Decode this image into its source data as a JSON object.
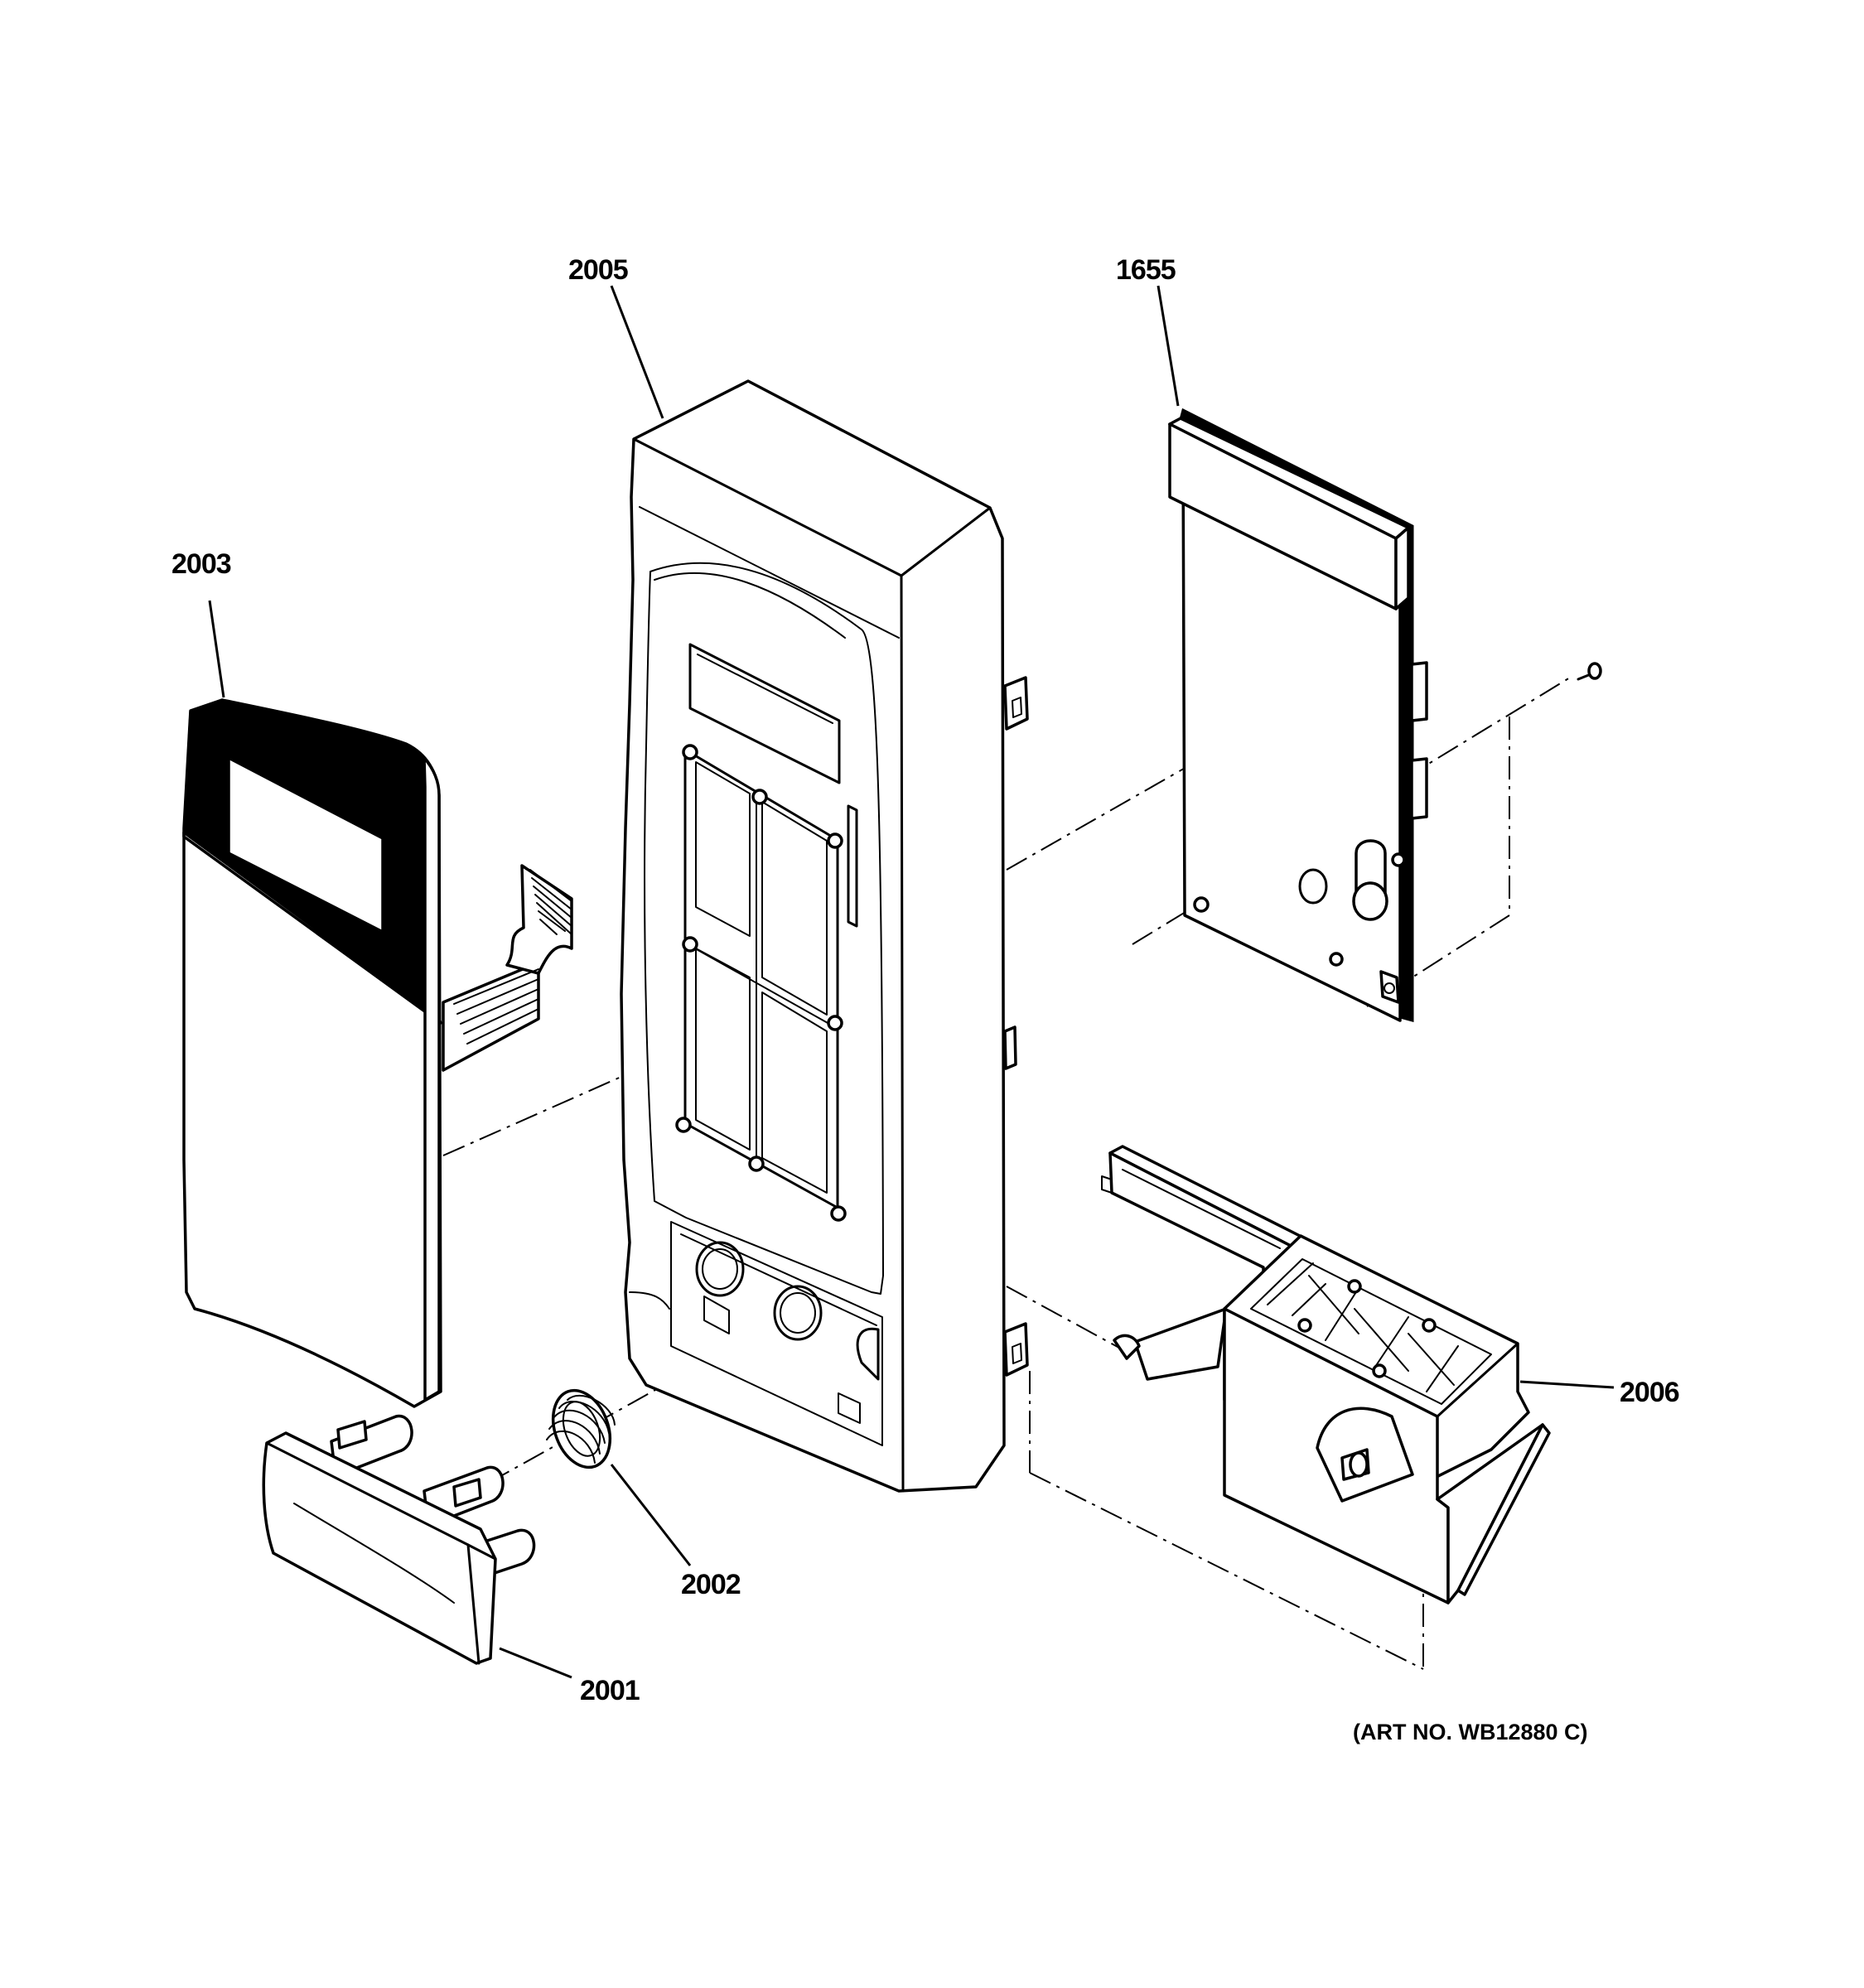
{
  "callouts": {
    "c2005": "2005",
    "c1655": "1655",
    "c2003": "2003",
    "c2006": "2006",
    "c2002": "2002",
    "c2001": "2001"
  },
  "art_number": "(ART NO. WB12880 C)"
}
